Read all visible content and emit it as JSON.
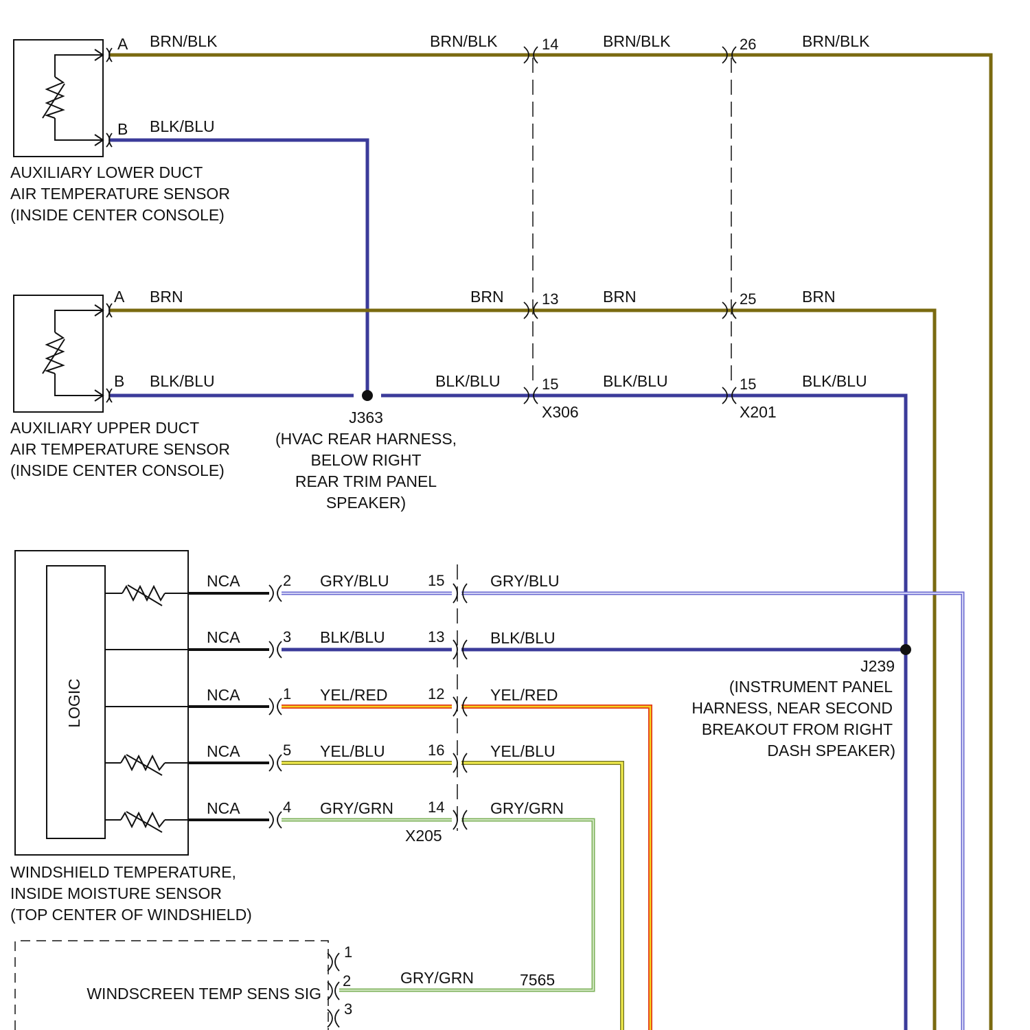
{
  "colors": {
    "brn": "#7a6a10",
    "brn_edge": "#5a4e08",
    "blkblu": "#3b3b9a",
    "blkblu_edge": "#20206a",
    "gryblu": "#6a6ad0",
    "gryblu_fill": "#d6d6f6",
    "yelred": "#f4d21c",
    "yelred_edge": "#e23a1a",
    "yelblu": "#f4ee4c",
    "yelblu_edge": "#7a7a2a",
    "grygrn": "#7cb15a",
    "grygrn_fill": "#d0e6c0",
    "nca": "#111111"
  },
  "icons": [
    "connector-icon",
    "resistor-icon",
    "thermistor-icon",
    "splice-dot-icon"
  ],
  "sensors": {
    "lower": {
      "line1": "AUXILIARY LOWER DUCT",
      "line2": "AIR TEMPERATURE SENSOR",
      "line3": "(INSIDE CENTER CONSOLE)",
      "pin_a": "A",
      "pin_b": "B"
    },
    "upper": {
      "line1": "AUXILIARY UPPER DUCT",
      "line2": "AIR TEMPERATURE SENSOR",
      "line3": "(INSIDE CENTER CONSOLE)",
      "pin_a": "A",
      "pin_b": "B"
    },
    "windshield": {
      "logic": "LOGIC",
      "line1": "WINDSHIELD TEMPERATURE,",
      "line2": "INSIDE MOISTURE SENSOR",
      "line3": "(TOP CENTER OF WINDSHIELD)"
    }
  },
  "wires": {
    "lower_a": {
      "c1": "BRN/BLK",
      "c2": "BRN/BLK",
      "c3": "BRN/BLK",
      "c4": "BRN/BLK",
      "x306_pin": "14",
      "x201_pin": "26"
    },
    "lower_b": {
      "c1": "BLK/BLU"
    },
    "upper_a": {
      "c1": "BRN",
      "c2": "BRN",
      "c3": "BRN",
      "c4": "BRN",
      "x306_pin": "13",
      "x201_pin": "25"
    },
    "upper_b": {
      "c1": "BLK/BLU",
      "c2": "BLK/BLU",
      "c3": "BLK/BLU",
      "c4": "BLK/BLU",
      "x306_pin": "15",
      "x201_pin": "15"
    },
    "ws": [
      {
        "nca": "NCA",
        "pin": "2",
        "color": "GRY/BLU",
        "x205_pin": "15",
        "color_right": "GRY/BLU"
      },
      {
        "nca": "NCA",
        "pin": "3",
        "color": "BLK/BLU",
        "x205_pin": "13",
        "color_right": "BLK/BLU"
      },
      {
        "nca": "NCA",
        "pin": "1",
        "color": "YEL/RED",
        "x205_pin": "12",
        "color_right": "YEL/RED"
      },
      {
        "nca": "NCA",
        "pin": "5",
        "color": "YEL/BLU",
        "x205_pin": "16",
        "color_right": "YEL/BLU"
      },
      {
        "nca": "NCA",
        "pin": "4",
        "color": "GRY/GRN",
        "x205_pin": "14",
        "color_right": "GRY/GRN"
      }
    ]
  },
  "connectors": {
    "x306": "X306",
    "x201": "X201",
    "x205": "X205"
  },
  "splices": {
    "j363": {
      "id": "J363",
      "line1": "(HVAC REAR HARNESS,",
      "line2": "BELOW RIGHT",
      "line3": "REAR TRIM PANEL",
      "line4": "SPEAKER)"
    },
    "j239": {
      "id": "J239",
      "line1": "(INSTRUMENT PANEL",
      "line2": "HARNESS, NEAR SECOND",
      "line3": "BREAKOUT FROM RIGHT",
      "line4": "DASH SPEAKER)"
    }
  },
  "module": {
    "signal_label": "WINDSCREEN TEMP SENS SIG",
    "pin1": "1",
    "pin2": "2",
    "pin3": "3",
    "wire_color": "GRY/GRN",
    "circuit": "7565"
  }
}
